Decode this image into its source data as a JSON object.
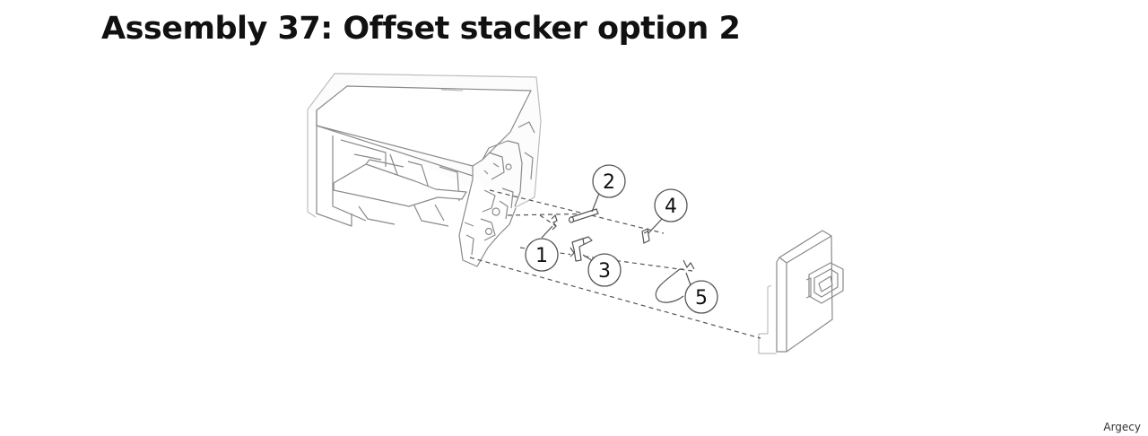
{
  "page": {
    "title": "Assembly 37: Offset stacker option 2",
    "watermark": "Argecy"
  },
  "callouts": [
    {
      "id": "callout-1",
      "label": "1"
    },
    {
      "id": "callout-2",
      "label": "2"
    },
    {
      "id": "callout-3",
      "label": "3"
    },
    {
      "id": "callout-4",
      "label": "4"
    },
    {
      "id": "callout-5",
      "label": "5"
    }
  ],
  "colors": {
    "line_art": "#8a8a8a",
    "line_art_light": "#bdbdbd",
    "callout_text": "#111111",
    "title": "#111111"
  }
}
